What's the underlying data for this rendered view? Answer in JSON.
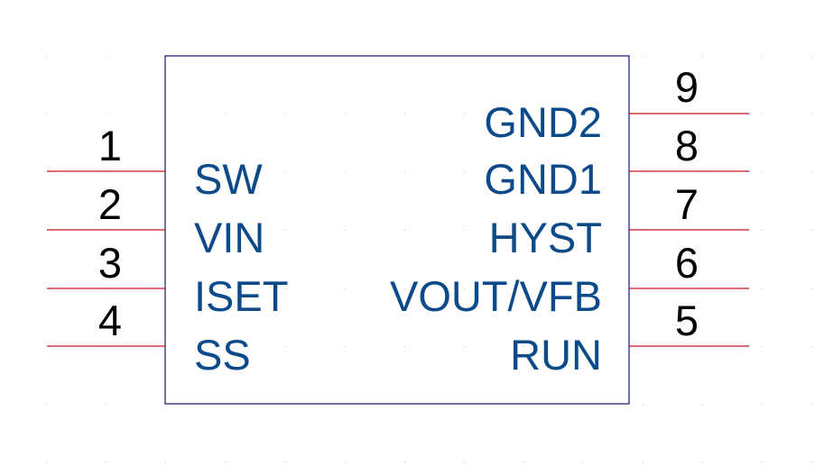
{
  "symbol": {
    "colors": {
      "body_outline": "#14146e",
      "pin_line": "#c8141e",
      "label": "#0d4a8a",
      "pin_number": "#000000",
      "grid_dot": "#c8c8c8",
      "background": "#ffffff"
    },
    "left_pins": [
      {
        "number": "1",
        "name": "SW"
      },
      {
        "number": "2",
        "name": "VIN"
      },
      {
        "number": "3",
        "name": "ISET"
      },
      {
        "number": "4",
        "name": "SS"
      }
    ],
    "right_pins": [
      {
        "number": "9",
        "name": "GND2"
      },
      {
        "number": "8",
        "name": "GND1"
      },
      {
        "number": "7",
        "name": "HYST"
      },
      {
        "number": "6",
        "name": "VOUT/VFB"
      },
      {
        "number": "5",
        "name": "RUN"
      }
    ]
  }
}
